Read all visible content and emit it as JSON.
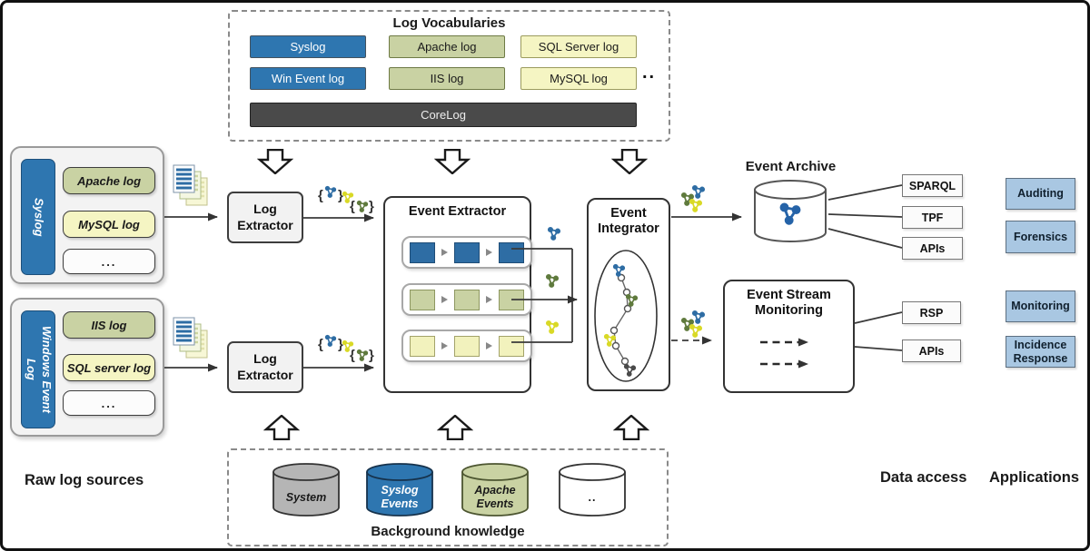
{
  "vocabulary": {
    "title": "Log Vocabularies",
    "syslog": "Syslog",
    "apache": "Apache log",
    "sql_server": "SQL Server log",
    "win_event": "Win Event log",
    "iis": "IIS log",
    "mysql": "MySQL log",
    "more": "..",
    "corelog": "CoreLog"
  },
  "sources": {
    "section_label": "Raw log sources",
    "group1": {
      "name": "Syslog",
      "item1": "Apache log",
      "item2": "MySQL log",
      "item3": "..."
    },
    "group2": {
      "name": "Windows Event Log",
      "item1": "IIS log",
      "item2": "SQL server log",
      "item3": "..."
    }
  },
  "pipeline": {
    "log_extractor": "Log Extractor",
    "event_extractor": "Event Extractor",
    "event_integrator": "Event Integrator"
  },
  "archive": {
    "title": "Event Archive",
    "endpoint1": "SPARQL",
    "endpoint2": "TPF",
    "endpoint3": "APIs"
  },
  "stream": {
    "title": "Event Stream Monitoring",
    "endpoint1": "RSP",
    "endpoint2": "APIs"
  },
  "labels": {
    "data_access": "Data access",
    "applications": "Applications"
  },
  "applications": {
    "app1": "Auditing",
    "app2": "Forensics",
    "app3": "Monitoring",
    "app4": "Incidence Response"
  },
  "knowledge": {
    "title": "Background knowledge",
    "store1": "System",
    "store2": "Syslog Events",
    "store3": "Apache Events",
    "store4": ".."
  },
  "colors": {
    "blue": "#2e76b0",
    "olive": "#c9d2a3",
    "pale_yellow": "#f5f5c3",
    "corelog_gray": "#4a4a4a",
    "app_blue": "#a9c7e2",
    "graph_blue": "#2e6da4",
    "graph_green": "#5f7a3d",
    "graph_yellow": "#d9d926",
    "graph_dark": "#4a4a4a",
    "store_gray": "#b5b5b5"
  }
}
